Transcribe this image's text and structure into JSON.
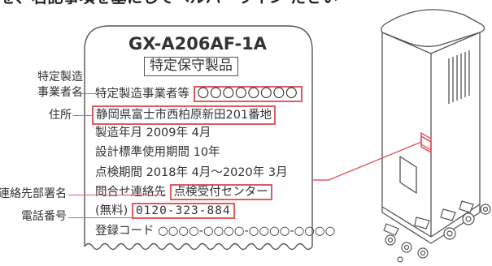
{
  "caption_top": "を、右記事項を基にしてヘルパーウイン ださい",
  "label": {
    "model": "GX-A206AF-1A",
    "title": "特定保守製品",
    "manufacturer_prefix": "特定製造事業者等",
    "manufacturer_value": "〇〇〇〇〇〇〇〇",
    "address": "静岡県富士市西柏原新田201番地",
    "manufacture_date": "製造年月 2009年 4月",
    "design_period": "設計標準使用期間 10年",
    "inspection_period": "点検期間 2018年 4月～2020年 3月",
    "contact_prefix": "問合せ連絡先",
    "contact_dept": "点検受付センター",
    "free_prefix": "(無料)",
    "phone": "0120-323-884",
    "registration": "登録コード ○○○○-○○○○-○○○○-○○○○"
  },
  "callouts": {
    "maker_line1": "特定製造",
    "maker_line2": "事業者名",
    "address": "住所",
    "dept": "連絡先部署名",
    "phone": "電話番号"
  },
  "colors": {
    "accent": "#e05a63",
    "line": "#555555",
    "text": "#333333"
  },
  "icons": [
    "water-heater-illustration"
  ]
}
